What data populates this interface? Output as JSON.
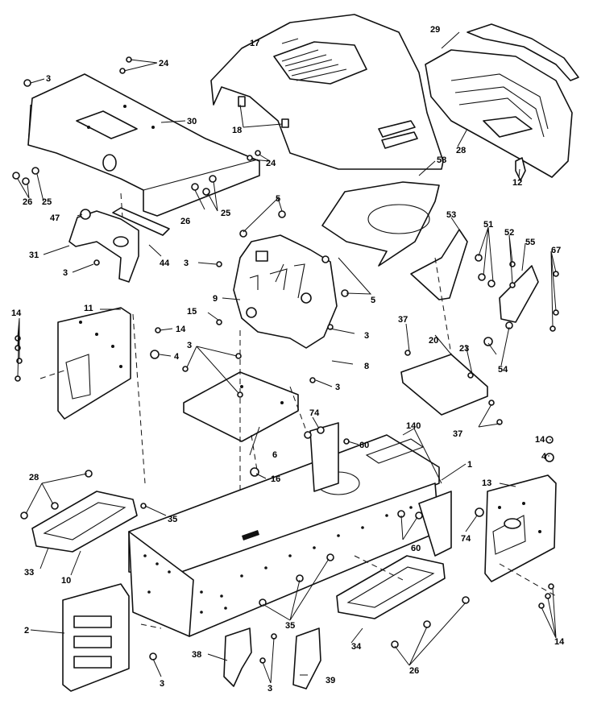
{
  "diagram": {
    "callouts": {
      "n1": "1",
      "n2": "2",
      "n3a": "3",
      "n3b": "3",
      "n3c": "3",
      "n3d": "3",
      "n3e": "3",
      "n3f": "3",
      "n3g": "3",
      "n3h": "3",
      "n4a": "4",
      "n4b": "4",
      "n5a": "5",
      "n5b": "5",
      "n6": "6",
      "n8": "8",
      "n9": "9",
      "n10": "10",
      "n11": "11",
      "n12": "12",
      "n13": "13",
      "n14a": "14",
      "n14b": "14",
      "n14c": "14",
      "n14d": "14",
      "n15": "15",
      "n16": "16",
      "n17": "17",
      "n18": "18",
      "n20": "20",
      "n23": "23",
      "n24a": "24",
      "n24b": "24",
      "n25a": "25",
      "n25b": "25",
      "n26a": "26",
      "n26b": "26",
      "n26c": "26",
      "n28a": "28",
      "n28b": "28",
      "n29": "29",
      "n30": "30",
      "n31": "31",
      "n33": "33",
      "n34": "34",
      "n35a": "35",
      "n35b": "35",
      "n37a": "37",
      "n37b": "37",
      "n38": "38",
      "n39": "39",
      "n44": "44",
      "n47": "47",
      "n51": "51",
      "n52": "52",
      "n53": "53",
      "n54": "54",
      "n55": "55",
      "n58": "58",
      "n60a": "60",
      "n60b": "60",
      "n67": "67",
      "n74a": "74",
      "n74b": "74",
      "n140": "140"
    }
  }
}
